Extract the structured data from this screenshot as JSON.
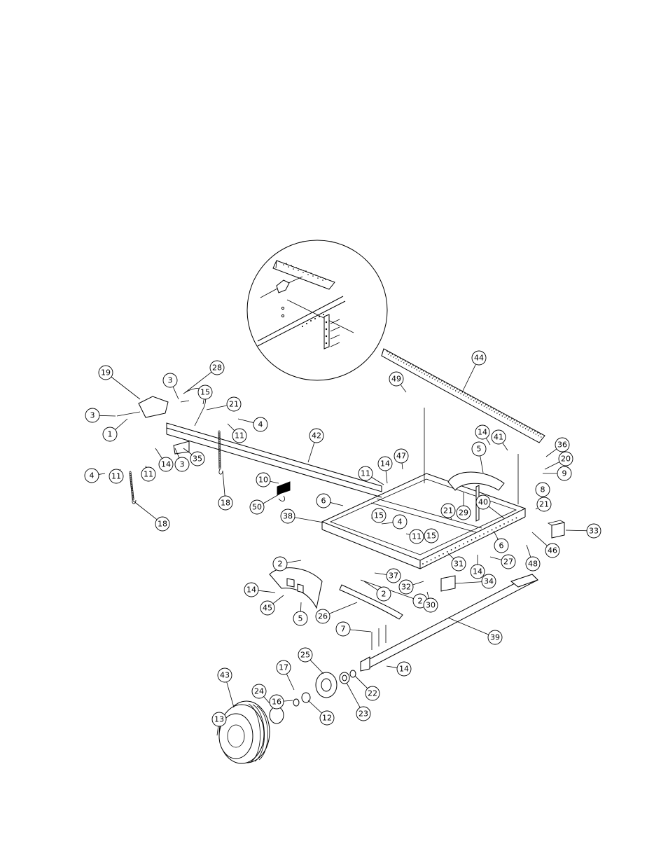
{
  "callouts": [
    {
      "n": "1"
    },
    {
      "n": "2"
    },
    {
      "n": "2"
    },
    {
      "n": "2"
    },
    {
      "n": "3"
    },
    {
      "n": "3"
    },
    {
      "n": "3"
    },
    {
      "n": "4"
    },
    {
      "n": "4"
    },
    {
      "n": "4"
    },
    {
      "n": "5"
    },
    {
      "n": "5"
    },
    {
      "n": "6"
    },
    {
      "n": "6"
    },
    {
      "n": "7"
    },
    {
      "n": "8"
    },
    {
      "n": "9"
    },
    {
      "n": "10"
    },
    {
      "n": "11"
    },
    {
      "n": "11"
    },
    {
      "n": "11"
    },
    {
      "n": "11"
    },
    {
      "n": "11"
    },
    {
      "n": "12"
    },
    {
      "n": "13"
    },
    {
      "n": "14"
    },
    {
      "n": "14"
    },
    {
      "n": "14"
    },
    {
      "n": "14"
    },
    {
      "n": "14"
    },
    {
      "n": "14"
    },
    {
      "n": "15"
    },
    {
      "n": "15"
    },
    {
      "n": "15"
    },
    {
      "n": "16"
    },
    {
      "n": "17"
    },
    {
      "n": "18"
    },
    {
      "n": "18"
    },
    {
      "n": "19"
    },
    {
      "n": "20"
    },
    {
      "n": "21"
    },
    {
      "n": "21"
    },
    {
      "n": "21"
    },
    {
      "n": "22"
    },
    {
      "n": "23"
    },
    {
      "n": "24"
    },
    {
      "n": "25"
    },
    {
      "n": "26"
    },
    {
      "n": "27"
    },
    {
      "n": "28"
    },
    {
      "n": "29"
    },
    {
      "n": "30"
    },
    {
      "n": "31"
    },
    {
      "n": "32"
    },
    {
      "n": "33"
    },
    {
      "n": "34"
    },
    {
      "n": "35"
    },
    {
      "n": "36"
    },
    {
      "n": "37"
    },
    {
      "n": "38"
    },
    {
      "n": "39"
    },
    {
      "n": "40"
    },
    {
      "n": "41"
    },
    {
      "n": "42"
    },
    {
      "n": "43"
    },
    {
      "n": "44"
    },
    {
      "n": "45"
    },
    {
      "n": "46"
    },
    {
      "n": "47"
    },
    {
      "n": "48"
    },
    {
      "n": "49"
    },
    {
      "n": "50"
    }
  ]
}
